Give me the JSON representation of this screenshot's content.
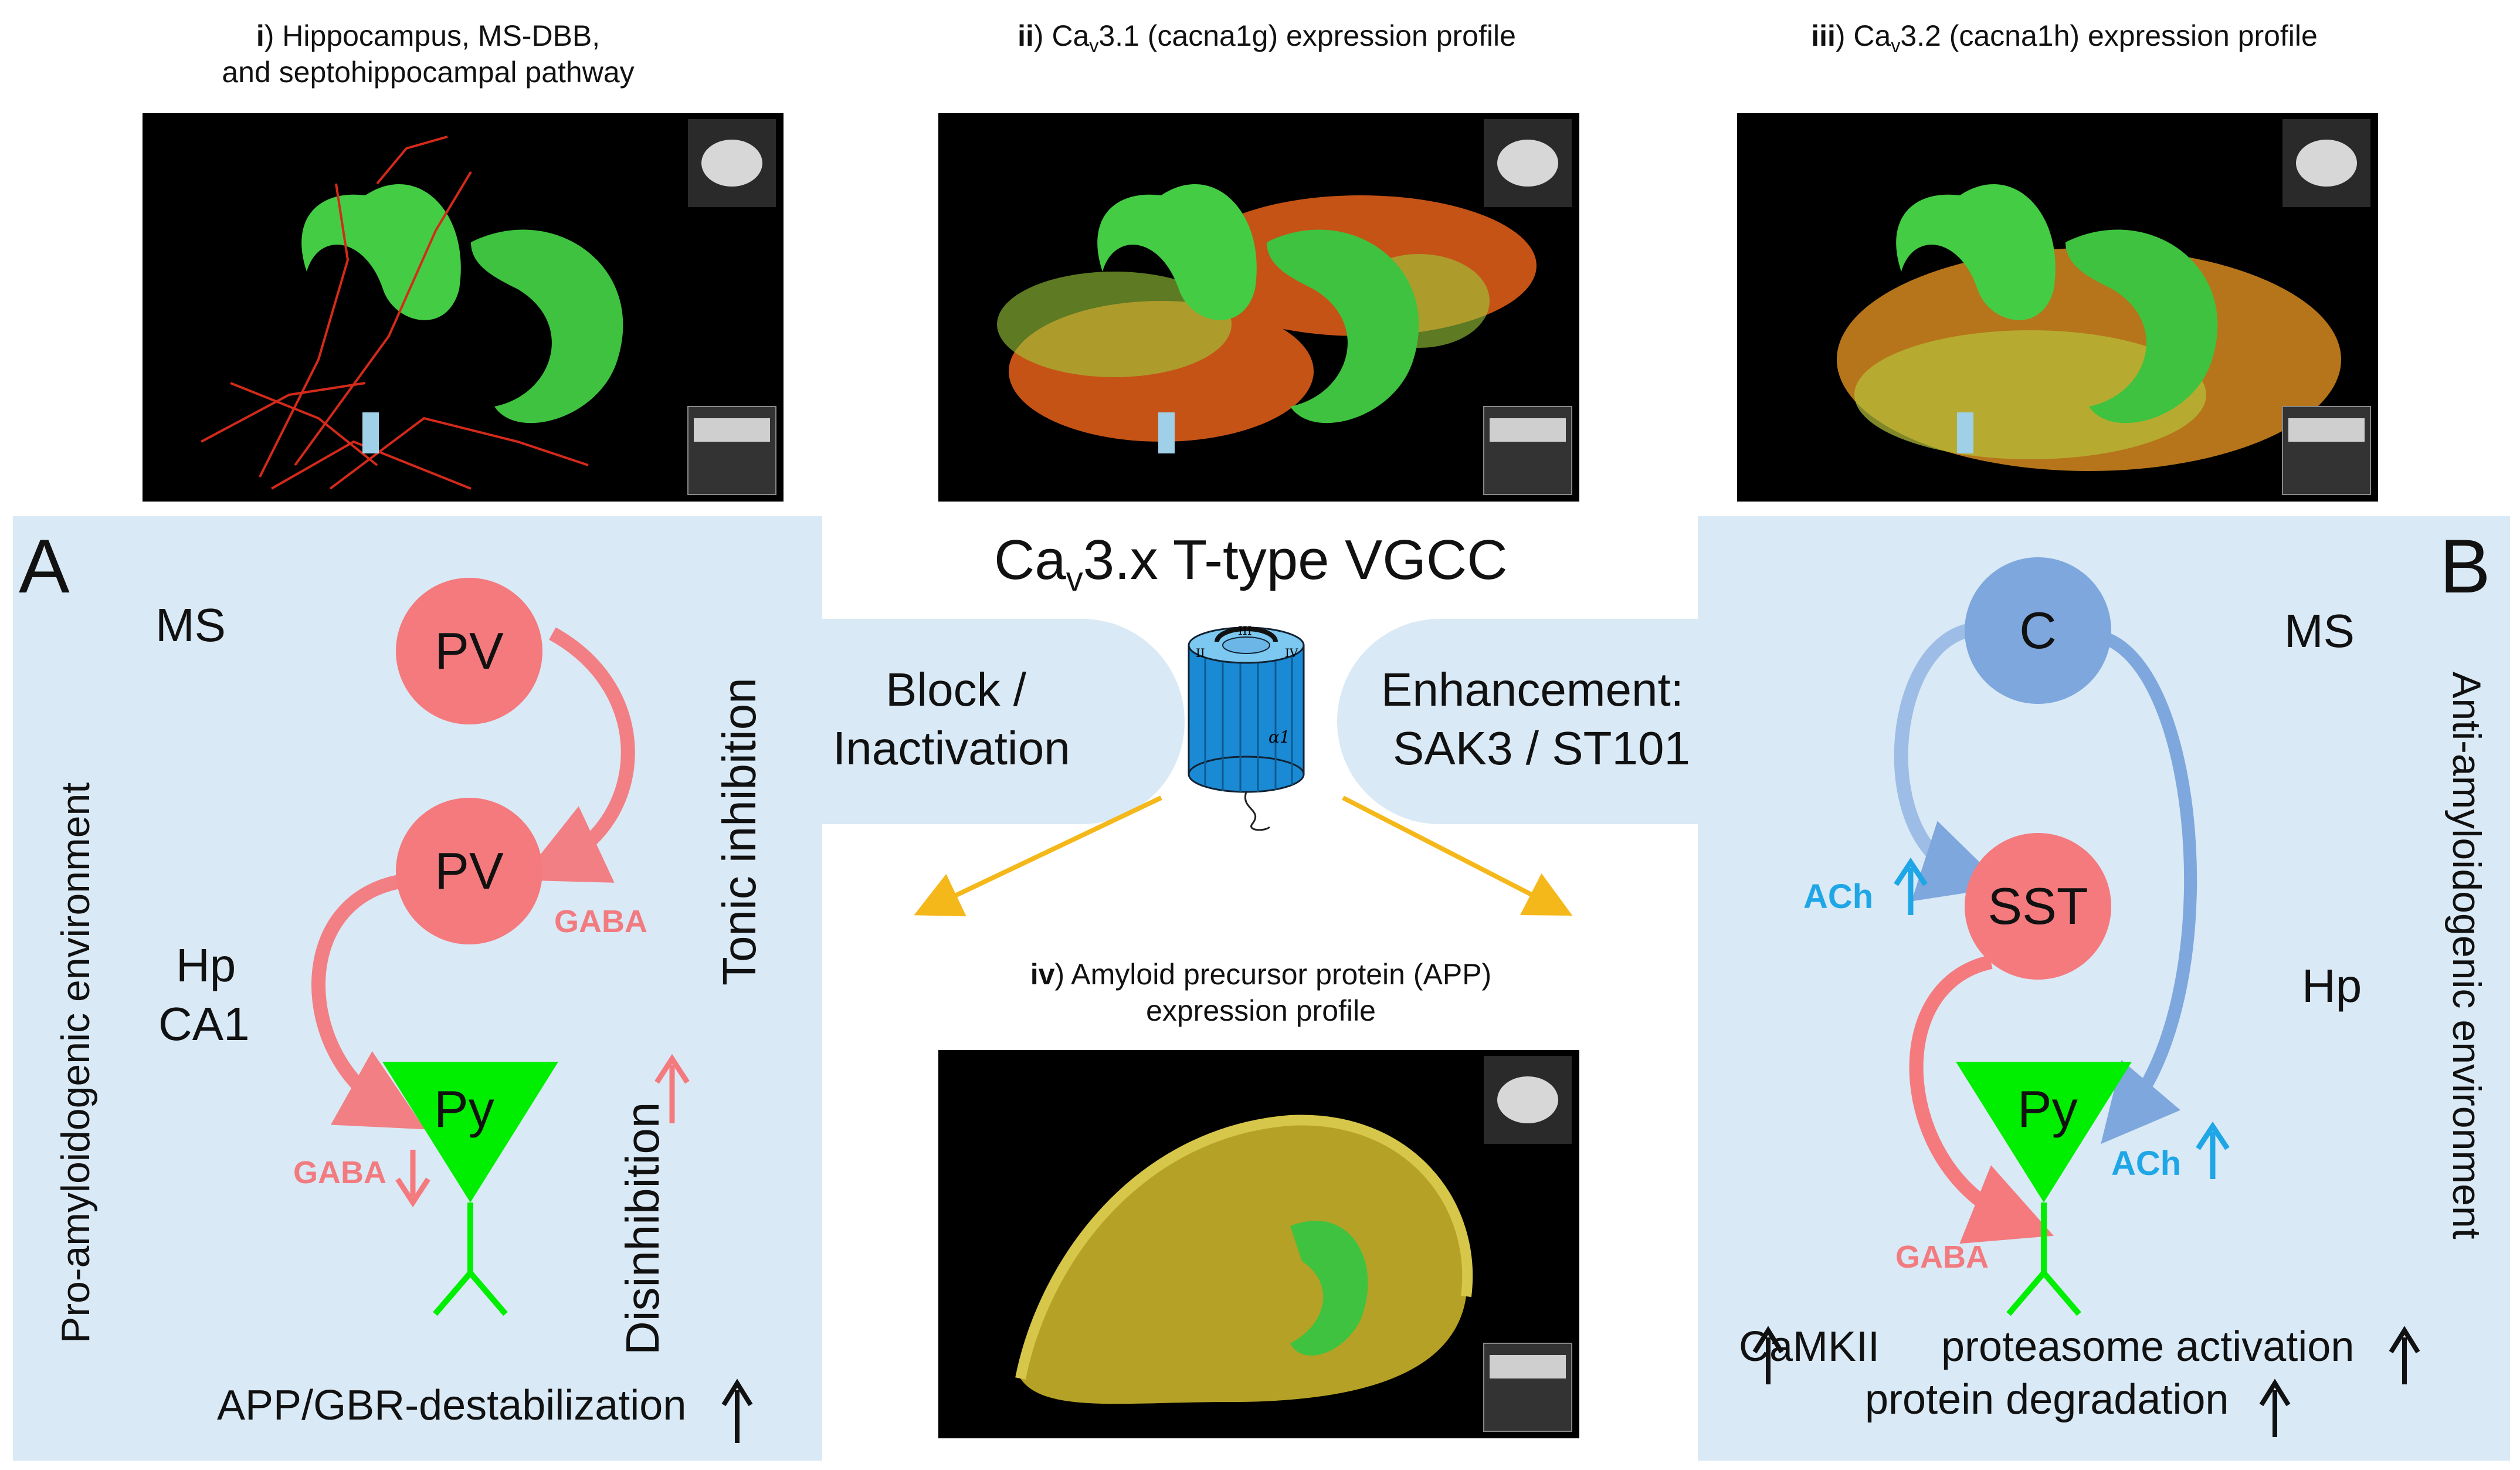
{
  "captions": {
    "i_num": "i",
    "i_text": ") Hippocampus, MS-DBB,",
    "i_text2": "and septohippocampal pathway",
    "ii_num": "ii",
    "ii_pre": ") Ca",
    "ii_sub": "v",
    "ii_post": "3.1 (cacna1g) expression profile",
    "iii_num": "iii",
    "iii_pre": ") Ca",
    "iii_sub": "v",
    "iii_post": "3.2 (cacna1h) expression profile",
    "iv_num": "iv",
    "iv_text": ") Amyloid precursor protein (APP)",
    "iv_text2": "expression profile"
  },
  "center": {
    "title_pre": "Ca",
    "title_sub": "v",
    "title_post": "3.x T-type VGCC",
    "block": "Block /",
    "block2": "Inactivation",
    "enhance": "Enhancement:",
    "enhance2": "SAK3 / ST101",
    "channel_labels": [
      "II",
      "III",
      "IV",
      "α1"
    ]
  },
  "panelA": {
    "letter": "A",
    "ms": "MS",
    "hp": "Hp",
    "ca1": "CA1",
    "pv_top": "PV",
    "pv_mid": "PV",
    "py": "Py",
    "gaba_up": "GABA",
    "gaba_down": "GABA",
    "tonic": "Tonic inhibition",
    "disinhibition": "Disinhibition",
    "env": "Pro-amyloidogenic environment",
    "app": "APP/GBR-destabilization"
  },
  "panelB": {
    "letter": "B",
    "ms": "MS",
    "hp": "Hp",
    "c": "C",
    "sst": "SST",
    "py": "Py",
    "ach_left": "ACh",
    "ach_right": "ACh",
    "gaba": "GABA",
    "env": "Anti-amyloidogenic environment",
    "camkii": "CaMKII",
    "proteasome": "proteasome activation",
    "degradation": "protein degradation"
  },
  "colors": {
    "panel_bg": "#d9e9f5",
    "pv": "#f47a7e",
    "c_node": "#7ea7dd",
    "py_green": "#00ee00",
    "gaba_red": "#f27b80",
    "ach_blue": "#1fa6e6",
    "arrow_orange": "#f5b81a"
  }
}
